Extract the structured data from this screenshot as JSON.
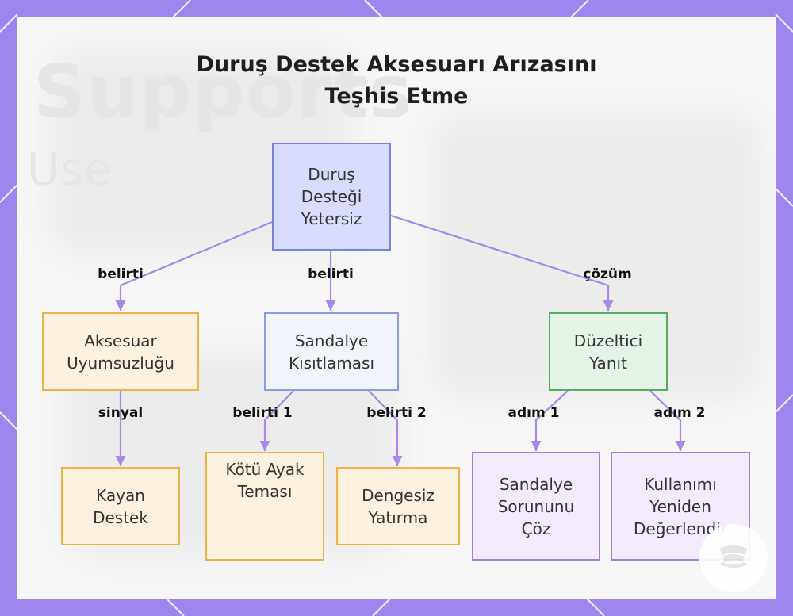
{
  "title_lines": [
    "Duruş Destek Aksesuarı Arızasını",
    "Teşhis Etme"
  ],
  "background_words": [
    "Supports",
    "Use"
  ],
  "nodes": {
    "root": "Duruş\nDesteği\nYetersiz",
    "accessory": "Aksesuar\nUyumsuzluğu",
    "chair": "Sandalye\nKısıtlaması",
    "response": "Düzeltici\nYanıt",
    "sliding": "Kayan\nDestek",
    "foot": "Kötü Ayak\nTeması",
    "recline": "Dengesiz\nYatırma",
    "fixchair": "Sandalye\nSorununu\nÇöz",
    "reevaluate": "Kullanımı\nYeniden\nDeğerlendir"
  },
  "edge_labels": {
    "root_accessory": "belirti",
    "root_chair": "belirti",
    "root_response": "çözüm",
    "accessory_sliding": "sinyal",
    "chair_foot": "belirti 1",
    "chair_recline": "belirti 2",
    "response_fixchair": "adım 1",
    "response_reevaluate": "adım 2"
  },
  "colors": {
    "frame": "#9d86ee",
    "edge": "#a889ea",
    "root_fill": "#d8dbfb",
    "orange_border": "#efb24a",
    "green_border": "#52ad62",
    "purple_border": "#a57fe0"
  },
  "logo_icon": "pages-logo-icon"
}
